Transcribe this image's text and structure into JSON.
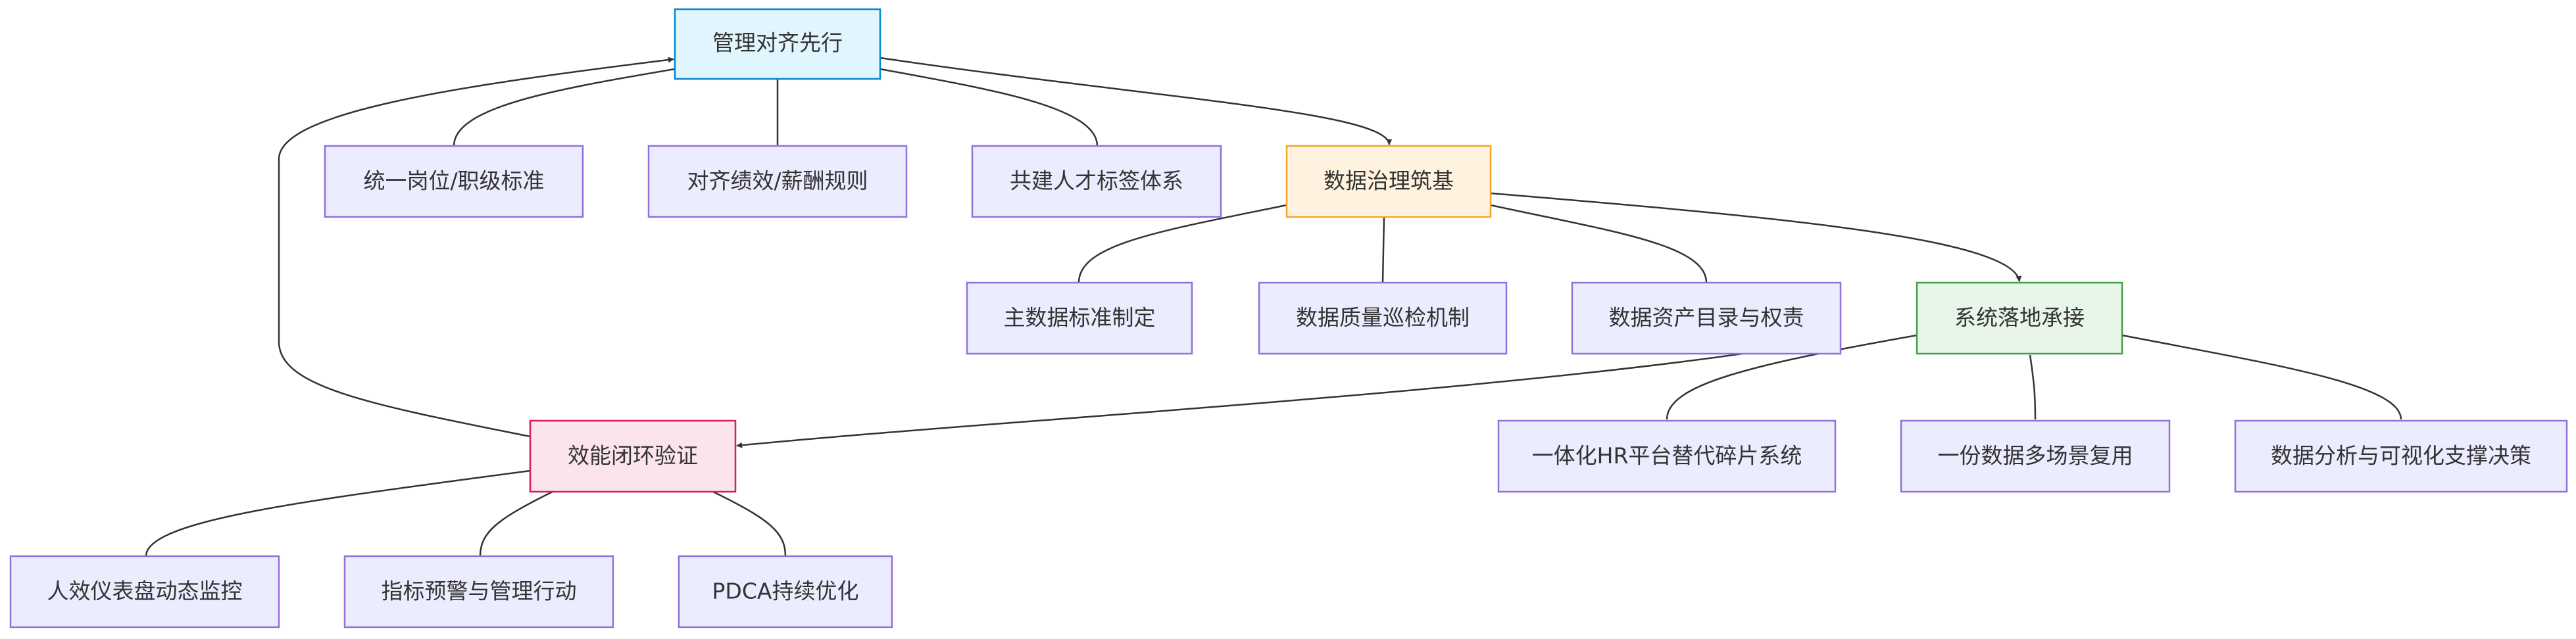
{
  "colors": {
    "background": "#ffffff",
    "edge": "#333333",
    "text": "#333333",
    "default_fill": "#ececff",
    "default_stroke": "#9370db",
    "management_fill": "#e1f5fe",
    "management_stroke": "#0288d1",
    "data_fill": "#fff3e0",
    "data_stroke": "#f5a623",
    "system_fill": "#e8f5e9",
    "system_stroke": "#43a047",
    "closedloop_fill": "#fce4ec",
    "closedloop_stroke": "#d81b60"
  },
  "nodes": {
    "mgmt": "管理对齐先行",
    "m1": "统一岗位/职级标准",
    "m2": "对齐绩效/薪酬规则",
    "m3": "共建人才标签体系",
    "data": "数据治理筑基",
    "d1": "主数据标准制定",
    "d2": "数据质量巡检机制",
    "d3": "数据资产目录与权责",
    "sys": "系统落地承接",
    "s1": "一体化HR平台替代碎片系统",
    "s2": "一份数据多场景复用",
    "s3": "数据分析与可视化支撑决策",
    "loop": "效能闭环验证",
    "l1": "人效仪表盘动态监控",
    "l2": "指标预警与管理行动",
    "l3": "PDCA持续优化"
  }
}
